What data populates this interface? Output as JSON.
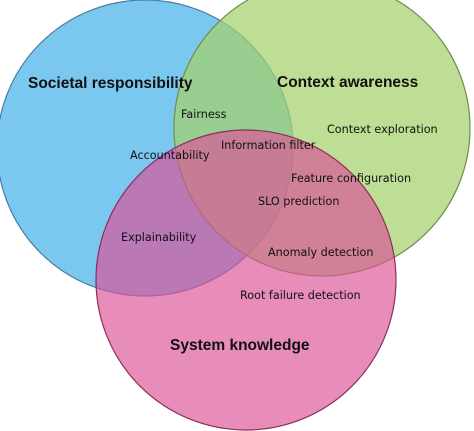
{
  "sets": {
    "societal": {
      "label": "Societal responsibility",
      "color": "#5DBCEB"
    },
    "context": {
      "label": "Context awareness",
      "color": "#A3D16B"
    },
    "system": {
      "label": "System knowledge",
      "color": "#DC5196"
    }
  },
  "items": {
    "fairness": "Fairness",
    "accountability": "Accountability",
    "information_filter": "Information filter",
    "context_exploration": "Context exploration",
    "feature_configuration": "Feature configuration",
    "slo_prediction": "SLO prediction",
    "explainability": "Explainability",
    "anomaly_detection": "Anomaly detection",
    "root_failure_detection": "Root failure detection"
  }
}
